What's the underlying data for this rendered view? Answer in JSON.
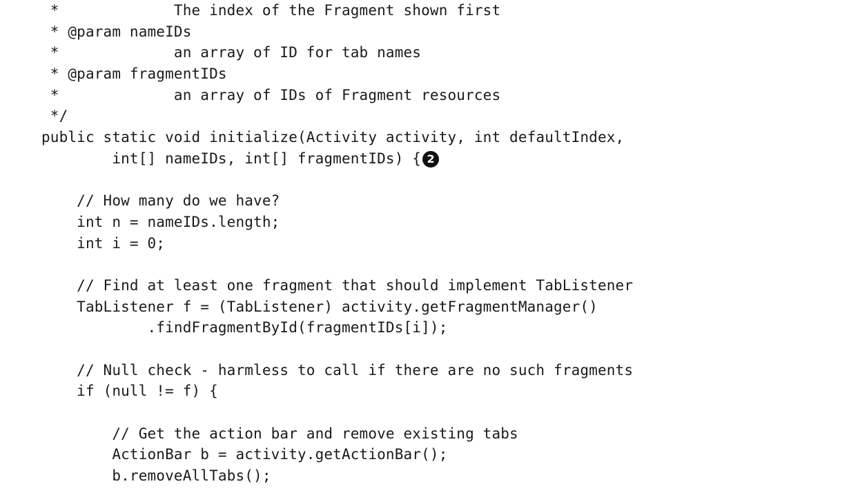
{
  "code": {
    "lines": [
      " *             The index of the Fragment shown first",
      " * @param nameIDs",
      " *             an array of ID for tab names",
      " * @param fragmentIDs",
      " *             an array of IDs of Fragment resources",
      " */",
      "public static void initialize(Activity activity, int defaultIndex,",
      "        int[] nameIDs, int[] fragmentIDs) {",
      "",
      "    // How many do we have?",
      "    int n = nameIDs.length;",
      "    int i = 0;",
      "",
      "    // Find at least one fragment that should implement TabListener",
      "    TabListener f = (TabListener) activity.getFragmentManager()",
      "            .findFragmentById(fragmentIDs[i]);",
      "",
      "    // Null check - harmless to call if there are no such fragments",
      "    if (null != f) {",
      "",
      "        // Get the action bar and remove existing tabs",
      "        ActionBar b = activity.getActionBar();",
      "        b.removeAllTabs();"
    ],
    "callout": {
      "line_index": 7,
      "label": "2"
    }
  }
}
